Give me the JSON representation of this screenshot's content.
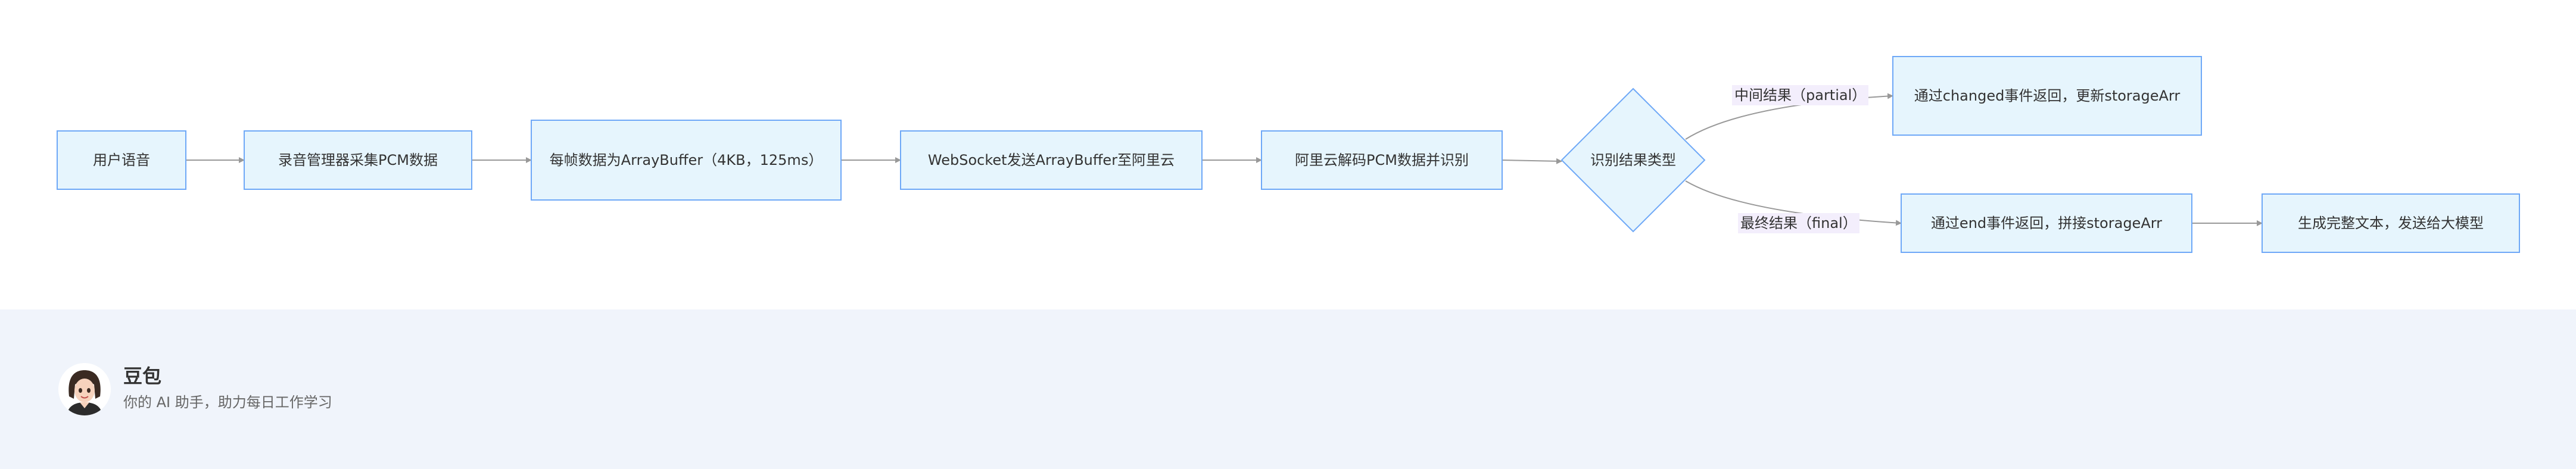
{
  "diagram": {
    "nodes": [
      {
        "id": "user_voice",
        "label": "用户语音"
      },
      {
        "id": "recorder",
        "label": "录音管理器采集PCM数据"
      },
      {
        "id": "frame",
        "label": "每帧数据为ArrayBuffer（4KB，125ms）"
      },
      {
        "id": "websocket",
        "label": "WebSocket发送ArrayBuffer至阿里云"
      },
      {
        "id": "aliyun",
        "label": "阿里云解码PCM数据并识别"
      },
      {
        "id": "decision",
        "label": "识别结果类型"
      },
      {
        "id": "changed",
        "label": "通过changed事件返回，更新storageArr"
      },
      {
        "id": "end",
        "label": "通过end事件返回，拼接storageArr"
      },
      {
        "id": "final_text",
        "label": "生成完整文本，发送给大模型"
      }
    ],
    "edges": [
      {
        "from": "user_voice",
        "to": "recorder",
        "label": ""
      },
      {
        "from": "recorder",
        "to": "frame",
        "label": ""
      },
      {
        "from": "frame",
        "to": "websocket",
        "label": ""
      },
      {
        "from": "websocket",
        "to": "aliyun",
        "label": ""
      },
      {
        "from": "aliyun",
        "to": "decision",
        "label": ""
      },
      {
        "from": "decision",
        "to": "changed",
        "label": "中间结果（partial）"
      },
      {
        "from": "decision",
        "to": "end",
        "label": "最终结果（final）"
      },
      {
        "from": "end",
        "to": "final_text",
        "label": ""
      }
    ],
    "colors": {
      "node_fill": "#e6f5fd",
      "node_stroke": "#6ea8f7",
      "edge": "#999999",
      "edge_label_bg": "#f3eefc"
    }
  },
  "footer": {
    "brand_name": "豆包",
    "tagline": "你的 AI 助手，助力每日工作学习",
    "avatar_icon": "doubao-avatar-icon"
  }
}
